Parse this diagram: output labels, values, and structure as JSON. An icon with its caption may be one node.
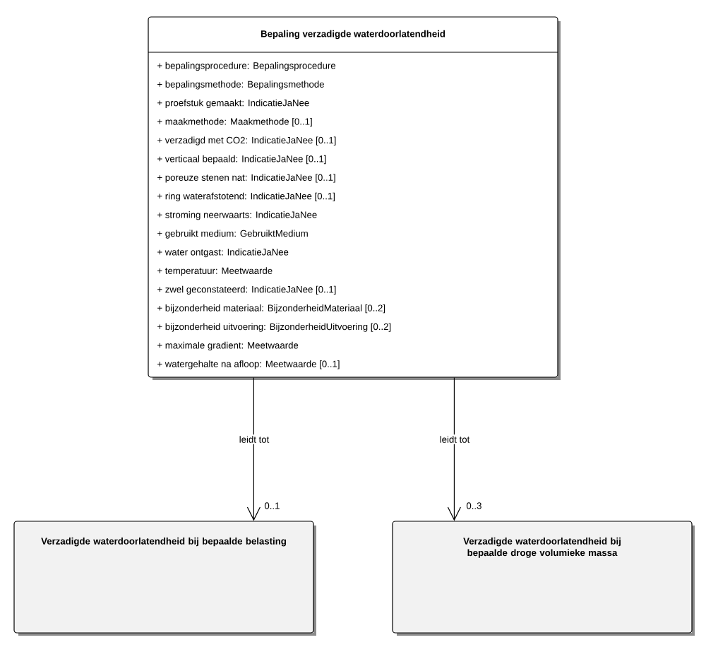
{
  "diagram": {
    "nodes": [
      {
        "text": [
          "Bepaling verzadigde waterdoorlatendheid",
          "+ bepalingsprocedure: Bepalingsprocedure",
          "+ bepalingsmethode: Bepalingsmethode",
          "+ proefstuk gemaakt: IndicatieJaNee",
          "+ maakmethode: Maakmethode [0..1]",
          "+ verzadigd met CO2: IndicatieJaNee [0..1]",
          "+ verticaal bepaald: IndicatieJaNee [0..1]",
          "+ poreuze stenen nat: IndicatieJaNee [0..1]",
          "+ ring waterafstotend: IndicatieJaNee [0..1]",
          "+ stroming neerwaarts: IndicatieJaNee",
          "+ gebruikt medium: GebruiktMedium",
          "+ water ontgast: IndicatieJaNee",
          "+ temperatuur: Meetwaarde",
          "+ zwel geconstateerd: IndicatieJaNee [0..1]",
          "+ bijzonderheid materiaal: BijzonderheidMateriaal [0..2]",
          "+ bijzonderheid uitvoering: BijzonderheidUitvoering [0..2]",
          "+ maximale gradient: Meetwaarde",
          "+ watergehalte na afloop: Meetwaarde [0..1]"
        ]
      },
      {
        "text": [
          "Verzadigde waterdoorlatendheid bij bepaalde belasting"
        ]
      },
      {
        "text": [
          "Verzadigde waterdoorlatendheid bij bepaalde droge volumieke massa"
        ]
      }
    ],
    "edges": [
      {
        "from": 0,
        "to": 1,
        "arrow": "to",
        "label": "leidt tot"
      },
      {
        "from": 0,
        "to": 2,
        "arrow": "to",
        "label": "leidt tot"
      }
    ],
    "labels": [
      "0..1",
      "0..3"
    ]
  }
}
